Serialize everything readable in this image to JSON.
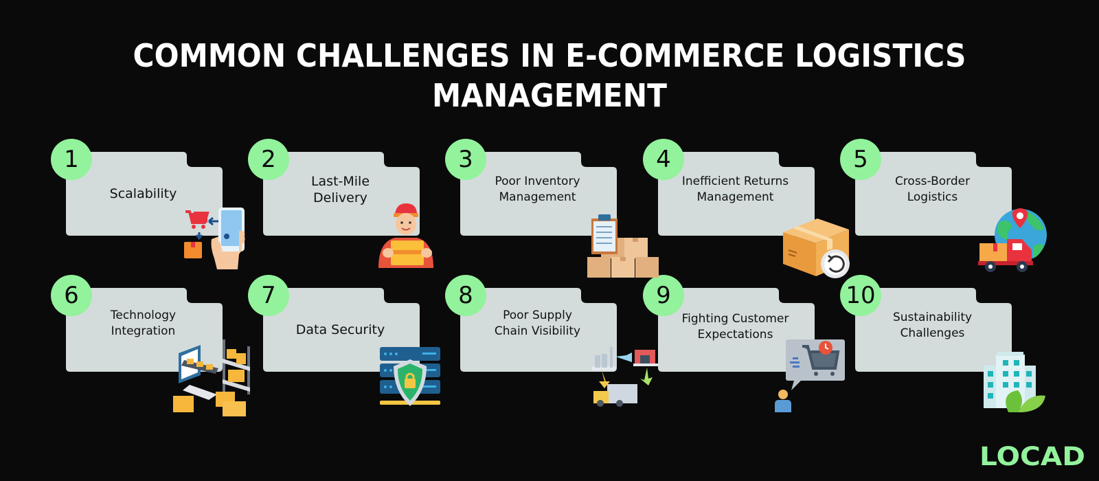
{
  "title": {
    "line1": "COMMON CHALLENGES IN E-COMMERCE LOGISTICS",
    "line2": "MANAGEMENT"
  },
  "colors": {
    "background": "#0a0a0a",
    "card": "#d3dcdb",
    "badge": "#93f29c",
    "title": "#ffffff",
    "brand": "#93f29c"
  },
  "challenges": [
    {
      "number": "1",
      "label": "Scalability",
      "icon": "mobile-shopping-icon"
    },
    {
      "number": "2",
      "label": "Last-Mile\nDelivery",
      "icon": "delivery-person-icon"
    },
    {
      "number": "3",
      "label": "Poor Inventory\nManagement",
      "icon": "inventory-clipboard-boxes-icon"
    },
    {
      "number": "4",
      "label": "Inefficient Returns\nManagement",
      "icon": "return-box-icon"
    },
    {
      "number": "5",
      "label": "Cross-Border\nLogistics",
      "icon": "globe-truck-icon"
    },
    {
      "number": "6",
      "label": "Technology\nIntegration",
      "icon": "computer-warehouse-icon"
    },
    {
      "number": "7",
      "label": "Data Security",
      "icon": "server-shield-icon"
    },
    {
      "number": "8",
      "label": "Poor Supply\nChain Visibility",
      "icon": "supply-chain-cycle-icon"
    },
    {
      "number": "9",
      "label": "Fighting Customer\nExpectations",
      "icon": "customer-cart-clock-icon"
    },
    {
      "number": "10",
      "label": "Sustainability\nChallenges",
      "icon": "green-building-icon"
    }
  ],
  "brand": {
    "logo_text": "LOCAD"
  }
}
